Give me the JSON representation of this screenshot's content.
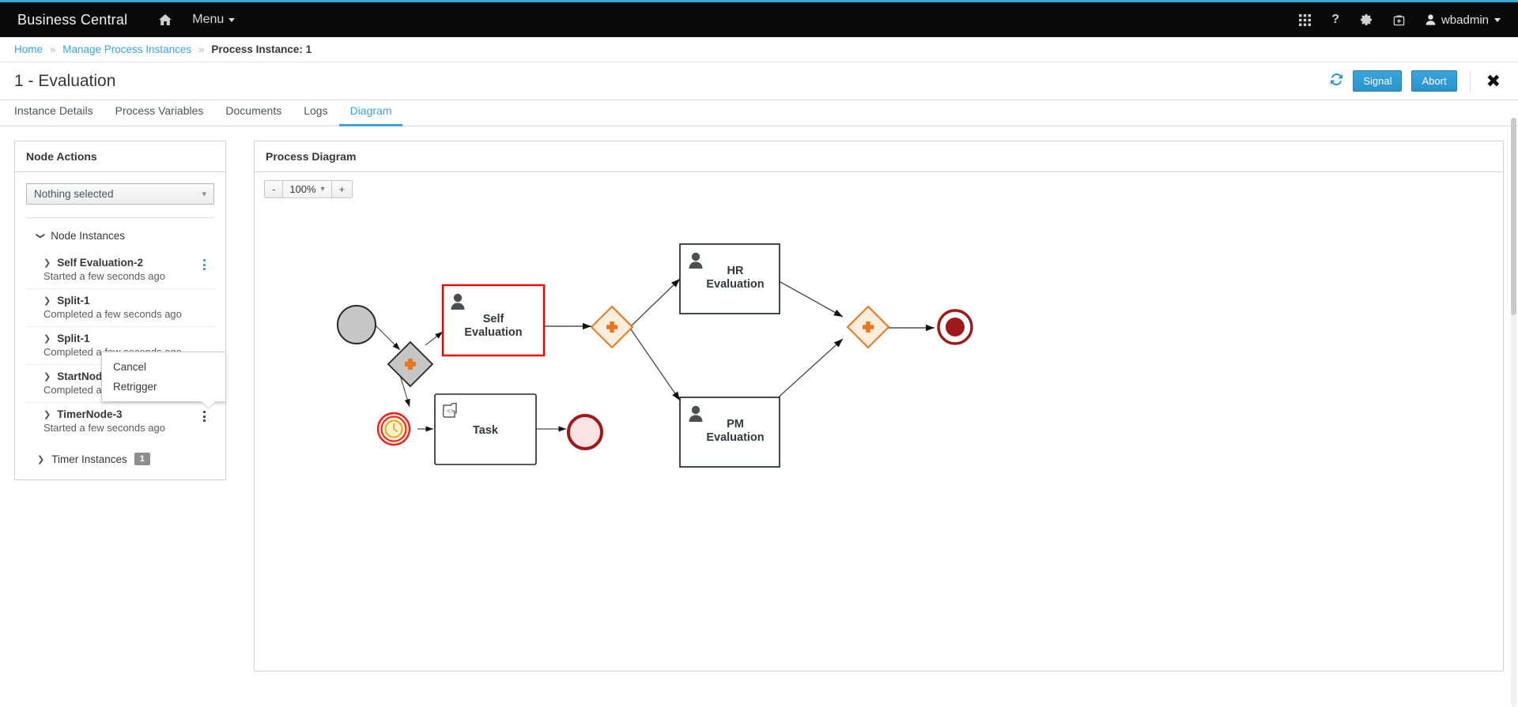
{
  "topbar": {
    "brand": "Business Central",
    "home_icon": "home-icon",
    "menu_label": "Menu",
    "apps_icon": "grid-apps-icon",
    "help_icon": "question-mark-icon",
    "settings_icon": "gear-icon",
    "kit_icon": "first-aid-kit-icon",
    "user_icon": "user-avatar-icon",
    "user_name": "wbadmin"
  },
  "breadcrumb": {
    "home": "Home",
    "parent": "Manage Process Instances",
    "current": "Process Instance: 1",
    "separator": "»"
  },
  "page": {
    "title": "1 - Evaluation",
    "refresh_icon": "refresh-icon",
    "signal_label": "Signal",
    "abort_label": "Abort",
    "close_icon": "close-x-icon"
  },
  "tabs": [
    {
      "label": "Instance Details",
      "active": false
    },
    {
      "label": "Process Variables",
      "active": false
    },
    {
      "label": "Documents",
      "active": false
    },
    {
      "label": "Logs",
      "active": false
    },
    {
      "label": "Diagram",
      "active": true
    }
  ],
  "node_actions": {
    "title": "Node Actions",
    "select_value": "Nothing selected",
    "select_caret": "chevron-down-icon",
    "popover": {
      "items": [
        "Cancel",
        "Retrigger"
      ]
    },
    "node_instances_label": "Node Instances",
    "nodes": [
      {
        "name": "Self Evaluation-2",
        "status": "Started a few seconds ago",
        "menu": true,
        "menu_active": true
      },
      {
        "name": "Split-1",
        "status": "Completed a few seconds ago",
        "menu": false,
        "menu_active": false
      },
      {
        "name": "Split-1",
        "status": "Completed a few seconds ago",
        "menu": false,
        "menu_active": false
      },
      {
        "name": "StartNode-0",
        "status": "Completed a few seconds ago",
        "menu": false,
        "menu_active": false
      },
      {
        "name": "TimerNode-3",
        "status": "Started a few seconds ago",
        "menu": true,
        "menu_active": false
      }
    ],
    "timer_instances_label": "Timer Instances",
    "timer_instances_count": "1"
  },
  "diagram": {
    "title": "Process Diagram",
    "zoom_out": "-",
    "zoom_level": "100%",
    "zoom_in": "+",
    "zoom_caret": "chevron-down-icon",
    "nodes": [
      {
        "id": "start",
        "type": "start-event",
        "label": ""
      },
      {
        "id": "split1",
        "type": "parallel-gateway",
        "label": ""
      },
      {
        "id": "self-eval",
        "type": "user-task",
        "label": "Self\nEvaluation",
        "selected": true
      },
      {
        "id": "timer",
        "type": "timer-event",
        "label": ""
      },
      {
        "id": "task",
        "type": "script-task",
        "label": "Task"
      },
      {
        "id": "terminate",
        "type": "terminate-end-event",
        "label": ""
      },
      {
        "id": "split2",
        "type": "parallel-gateway",
        "label": ""
      },
      {
        "id": "hr-eval",
        "type": "user-task",
        "label": "HR\nEvaluation"
      },
      {
        "id": "pm-eval",
        "type": "user-task",
        "label": "PM\nEvaluation"
      },
      {
        "id": "join",
        "type": "parallel-gateway",
        "label": ""
      },
      {
        "id": "end",
        "type": "end-event",
        "label": ""
      }
    ]
  },
  "colors": {
    "accent_blue": "#39a5dc",
    "topbar_black": "#0a0a0a",
    "gateway_orange": "#e8761f",
    "selected_red": "#ee0000",
    "end_dark_red": "#9e1a1a",
    "timer_ring": "#f01e1e",
    "badge_gray": "#8b8d8f"
  }
}
